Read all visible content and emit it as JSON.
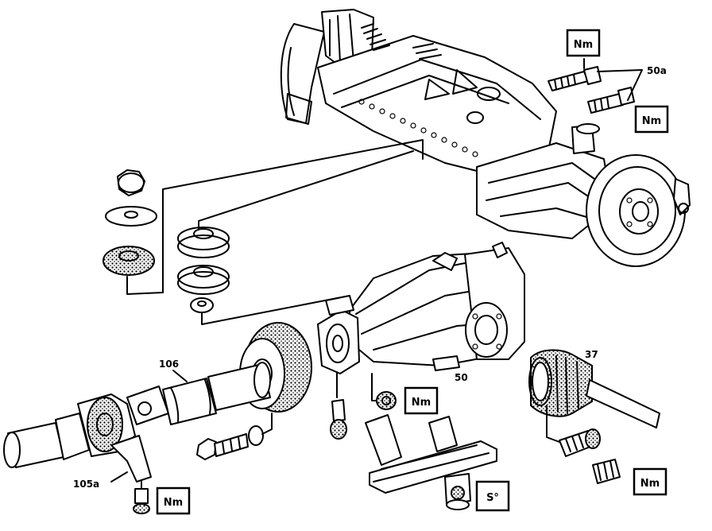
{
  "callouts": {
    "c50a": "50a",
    "c106": "106",
    "c105a": "105a",
    "c50": "50",
    "c37": "37"
  },
  "badges": {
    "torque_label": "Nm",
    "angle_label": "S°"
  }
}
